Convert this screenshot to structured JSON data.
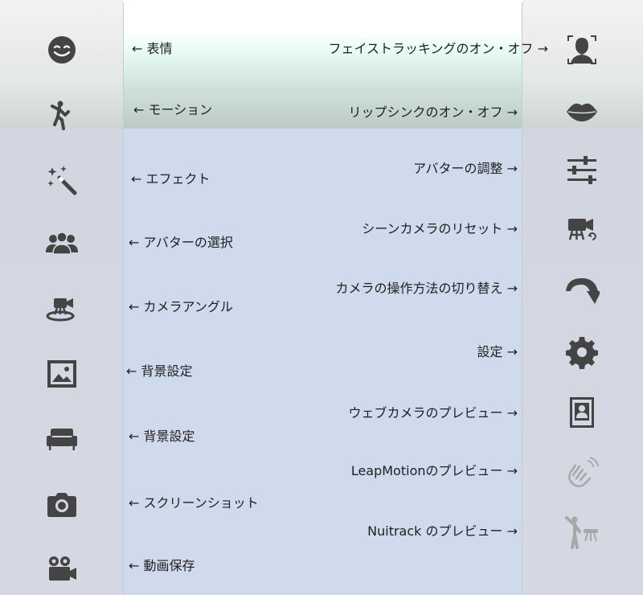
{
  "left_labels": {
    "expression": "← 表情",
    "motion": "← モーション",
    "effect": "← エフェクト",
    "avatar_select": "← アバターの選択",
    "camera_angle": "← カメラアングル",
    "background_image": "← 背景設定",
    "background_set": "← 背景設定",
    "screenshot": "← スクリーンショット",
    "video_save": "← 動画保存"
  },
  "right_labels": {
    "face_tracking": "フェイストラッキングのオン・オフ →",
    "lip_sync": "リップシンクのオン・オフ →",
    "avatar_adjust": "アバターの調整 →",
    "scene_camera_reset": "シーンカメラのリセット →",
    "camera_control_switch": "カメラの操作方法の切り替え →",
    "settings": "設定 →",
    "webcam_preview": "ウェブカメラのプレビュー →",
    "leapmotion_preview": "LeapMotionのプレビュー →",
    "nuitrack_preview": "Nuitrack のプレビュー →"
  },
  "colors": {
    "icon": "#444444",
    "icon_faded": "#a8a8a8",
    "panel": "#cfdaec",
    "sidebar": "#d4d8e2"
  },
  "icons": {
    "left": [
      "smiley-face-icon",
      "dancing-person-icon",
      "magic-wand-icon",
      "group-people-icon",
      "camera-rotate-icon",
      "image-frame-icon",
      "sofa-icon",
      "camera-icon",
      "video-camera-icon"
    ],
    "right": [
      "face-tracking-icon",
      "lips-icon",
      "sliders-icon",
      "scene-camera-reset-icon",
      "curved-arrow-icon",
      "gear-icon",
      "portrait-frame-icon",
      "waving-hand-icon",
      "skeleton-tracking-icon"
    ]
  }
}
